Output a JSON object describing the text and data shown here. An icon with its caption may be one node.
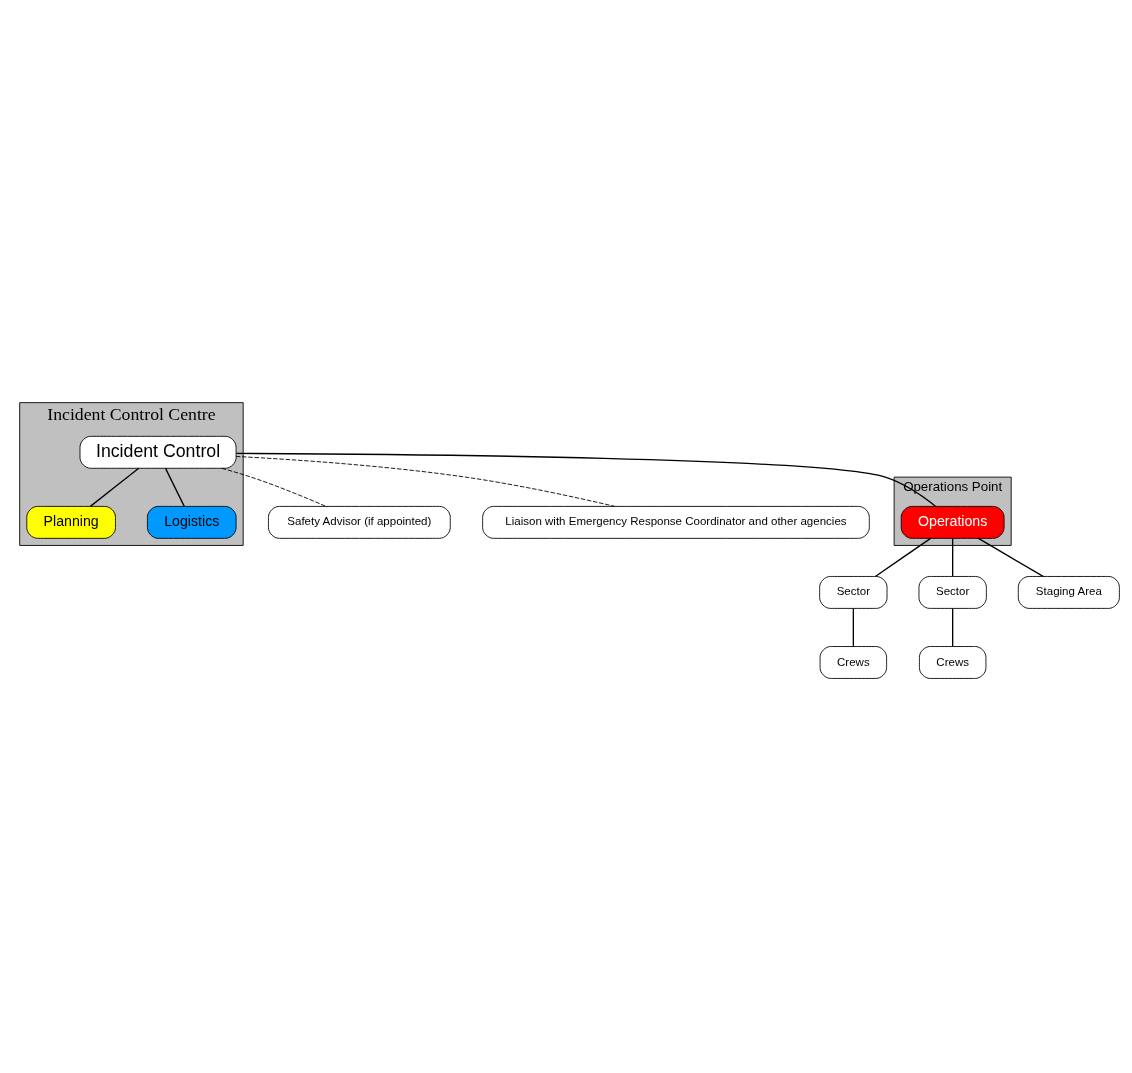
{
  "diagram": {
    "nodes": [
      {
        "text": [
          "Incident Control Centre"
        ]
      },
      {
        "text": [
          "Incident Control"
        ],
        "in": 0
      },
      {
        "text": [
          "Safety Advisor (if appointed)"
        ]
      },
      {
        "text": [
          "Liaison with Emergency Response Coordinator and other agencies"
        ]
      },
      {
        "text": [
          "Planning"
        ],
        "in": 0
      },
      {
        "text": [
          "Logistics"
        ],
        "in": 0
      },
      {
        "text": [
          "Operations Point"
        ]
      },
      {
        "text": [
          "Operations"
        ],
        "in": 6
      },
      {
        "text": [
          "Sector"
        ]
      },
      {
        "text": [
          "Sector"
        ]
      },
      {
        "text": [
          "Staging Area"
        ]
      },
      {
        "text": [
          "Crews"
        ]
      },
      {
        "text": [
          "Crews"
        ]
      }
    ],
    "edges": [
      {
        "from": 1,
        "to": 2,
        "arrow": "none",
        "style": "dashed"
      },
      {
        "from": 1,
        "to": 3,
        "arrow": "none",
        "style": "dashed"
      },
      {
        "from": 1,
        "to": 4,
        "arrow": "none"
      },
      {
        "from": 1,
        "to": 5,
        "arrow": "none"
      },
      {
        "from": 1,
        "to": 7,
        "arrow": "none"
      },
      {
        "from": 7,
        "to": 8,
        "arrow": "none"
      },
      {
        "from": 7,
        "to": 9,
        "arrow": "none"
      },
      {
        "from": 7,
        "to": 10,
        "arrow": "none"
      },
      {
        "from": 8,
        "to": 11,
        "arrow": "none"
      },
      {
        "from": 9,
        "to": 12,
        "arrow": "none"
      }
    ]
  }
}
